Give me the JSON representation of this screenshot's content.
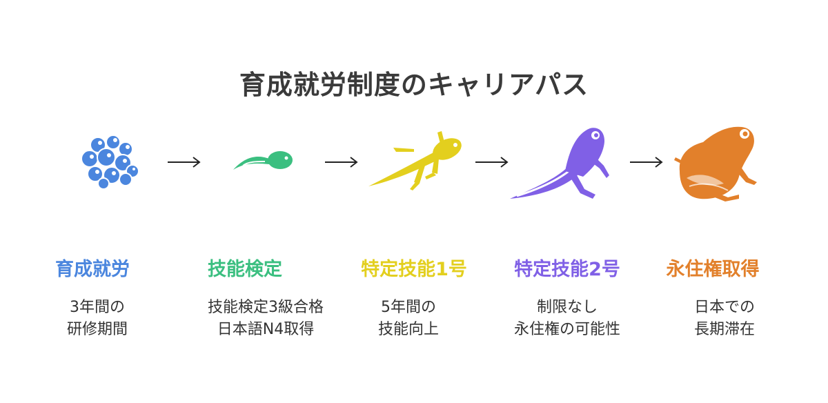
{
  "title": "育成就労制度のキャリアパス",
  "colors": {
    "blue": "#4b86de",
    "green": "#3bbf80",
    "yellow": "#e3cf1e",
    "purple": "#8060e6",
    "orange": "#e2802b",
    "text": "#333333"
  },
  "stages": [
    {
      "icon": "frog-eggs-icon",
      "title": "育成就労",
      "desc": [
        "3年間の",
        "研修期間"
      ]
    },
    {
      "icon": "tadpole-icon",
      "title": "技能検定",
      "desc": [
        "技能検定3級合格",
        "日本語N4取得"
      ]
    },
    {
      "icon": "tadpole-with-legs-icon",
      "title": "特定技能1号",
      "desc": [
        "5年間の",
        "技能向上"
      ]
    },
    {
      "icon": "froglet-icon",
      "title": "特定技能2号",
      "desc": [
        "制限なし",
        "永住権の可能性"
      ]
    },
    {
      "icon": "frog-icon",
      "title": "永住権取得",
      "desc": [
        "日本での",
        "長期滞在"
      ]
    }
  ]
}
